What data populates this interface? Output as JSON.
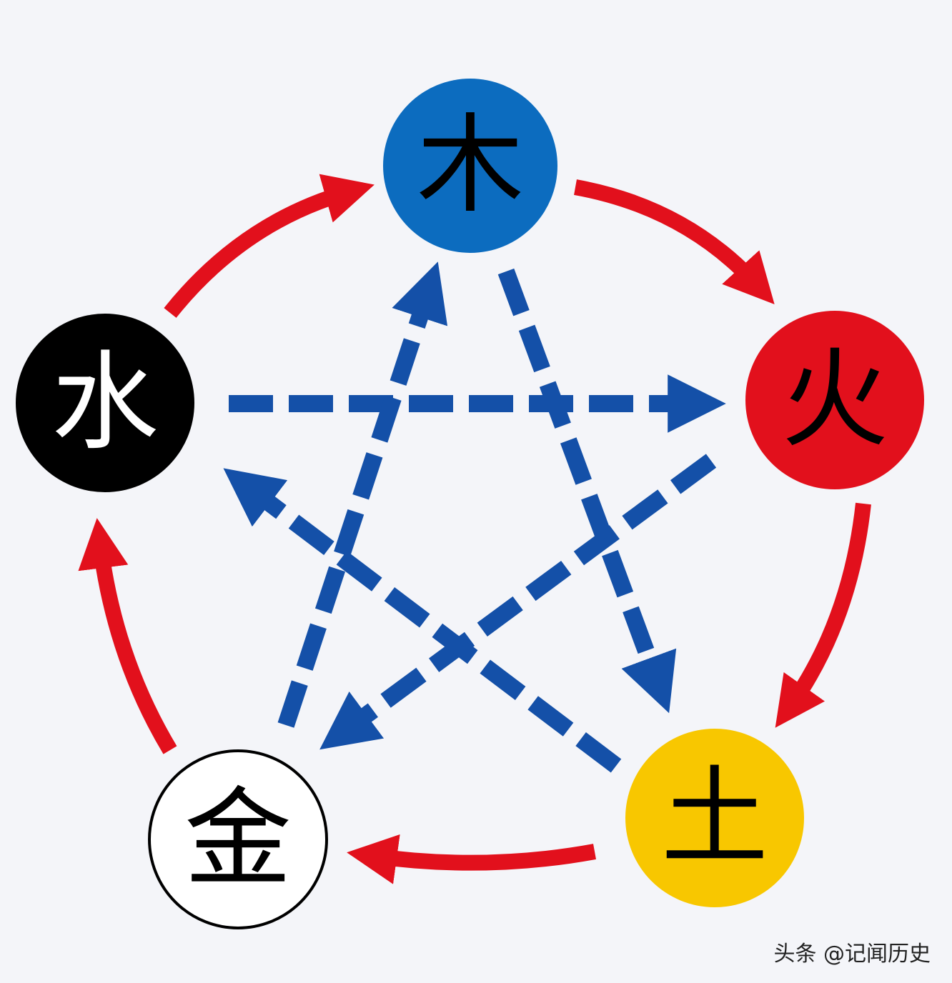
{
  "elements": {
    "wood": {
      "label": "木",
      "fill": "#0c6cbf",
      "text_color": "#000000"
    },
    "fire": {
      "label": "火",
      "fill": "#e2101c",
      "text_color": "#000000"
    },
    "earth": {
      "label": "土",
      "fill": "#f8c700",
      "text_color": "#000000"
    },
    "metal": {
      "label": "金",
      "fill": "#ffffff",
      "text_color": "#000000"
    },
    "water": {
      "label": "水",
      "fill": "#000000",
      "text_color": "#ffffff"
    }
  },
  "colors": {
    "generation_arrow": "#e2101c",
    "control_arrow": "#1450a8",
    "background": "#f4f5f9"
  },
  "generation_cycle": [
    "wood",
    "fire",
    "earth",
    "metal",
    "water"
  ],
  "control_cycle": [
    "water",
    "fire",
    "metal",
    "wood",
    "earth"
  ],
  "watermark": "头条 @记闻历史"
}
